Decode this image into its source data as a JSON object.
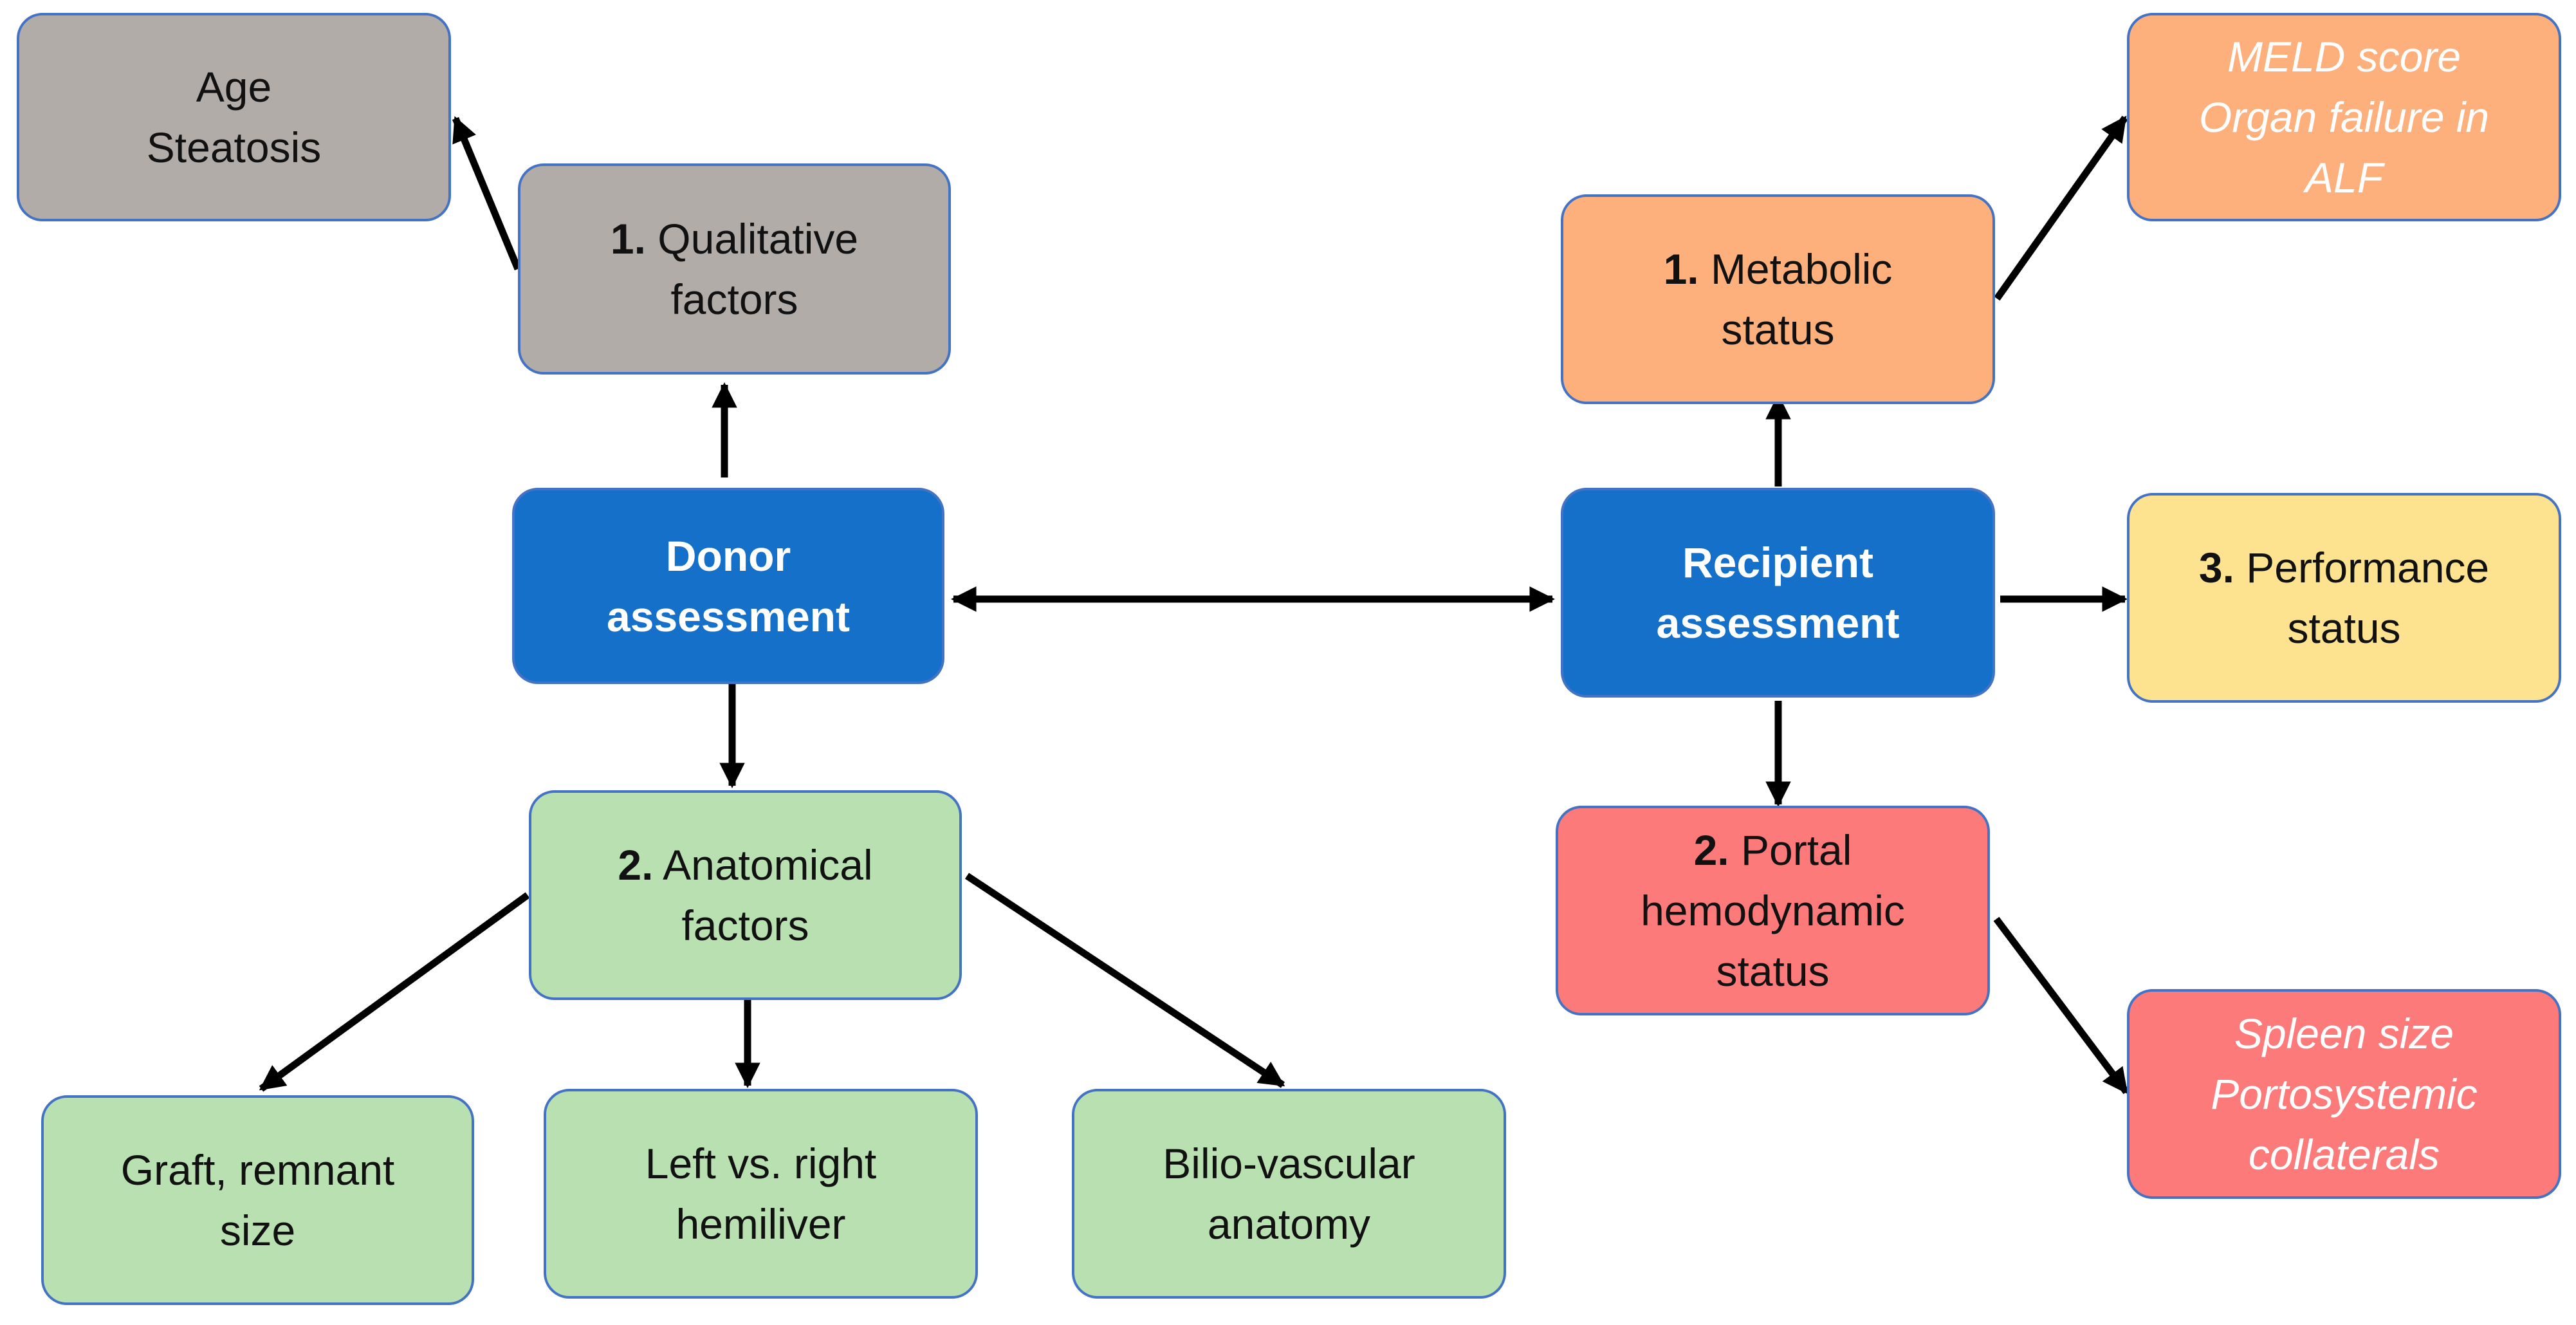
{
  "colors": {
    "grey": "#b2aca8",
    "green": "#b8e0b1",
    "blue": "#1570c9",
    "orange": "#fdb07c",
    "red": "#fd7a7a",
    "yellow": "#fde38f",
    "border": "#4472c4",
    "arrow": "#000000"
  },
  "donor": {
    "assessment": {
      "line1": "Donor",
      "line2": "assessment"
    },
    "qualitative": {
      "number": "1.",
      "line1": "Qualitative",
      "line2": "factors"
    },
    "qualitative_details": {
      "line1": "Age",
      "line2": "Steatosis"
    },
    "anatomical": {
      "number": "2.",
      "line1": "Anatomical",
      "line2": "factors"
    },
    "graft_size": {
      "line1": "Graft, remnant",
      "line2": "size"
    },
    "hemiliver": {
      "line1": "Left vs. right",
      "line2": "hemiliver"
    },
    "biliovascular": {
      "line1": "Bilio-vascular",
      "line2": "anatomy"
    }
  },
  "recipient": {
    "assessment": {
      "line1": "Recipient",
      "line2": "assessment"
    },
    "metabolic": {
      "number": "1.",
      "line1": "Metabolic",
      "line2": "status"
    },
    "metabolic_details": {
      "line1": "MELD score",
      "line2": "Organ failure in",
      "line3": "ALF"
    },
    "performance": {
      "number": "3.",
      "line1": "Performance",
      "line2": "status"
    },
    "portal": {
      "number": "2.",
      "line1": "Portal",
      "line2": "hemodynamic",
      "line3": "status"
    },
    "portal_details": {
      "line1": "Spleen size",
      "line2": "Portosystemic",
      "line3": "collaterals"
    }
  }
}
